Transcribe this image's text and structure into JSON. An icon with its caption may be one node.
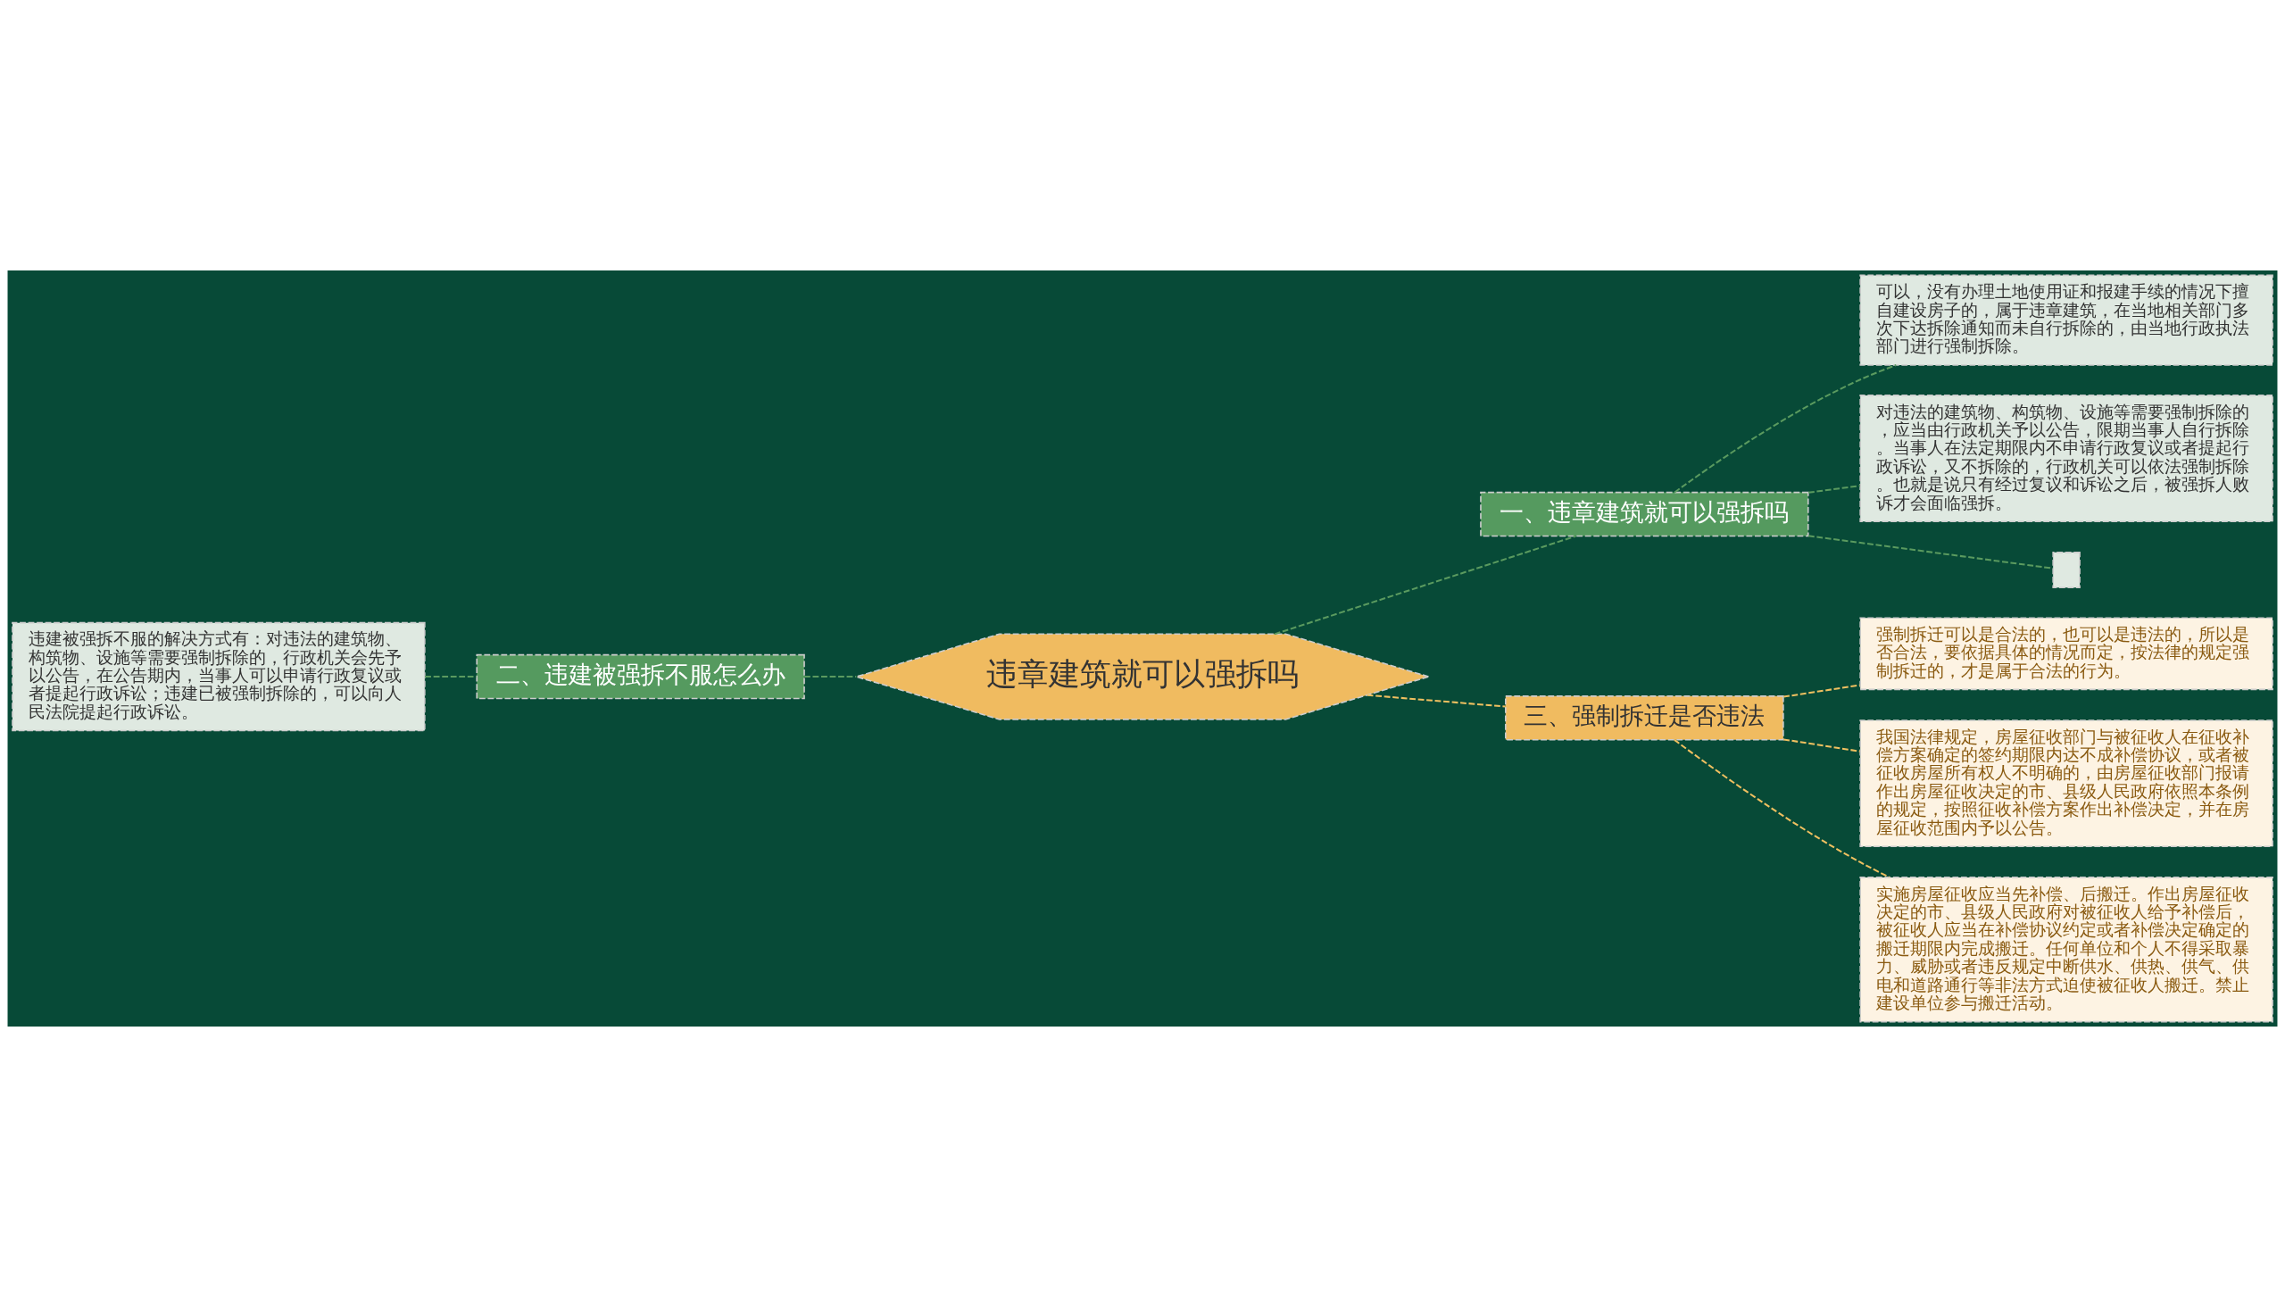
{
  "diagram": {
    "nodes": [
      {
        "text": [
          "违章建筑就可以强拆吗"
        ]
      },
      {
        "text": [
          "一、违章建筑就可以强拆吗"
        ]
      },
      {
        "text": [
          "可以，没有办理土地使用证和报建手续的情况下擅自建设房子的，属于违章建筑，在当地相关部门多次下达拆除通知而未自行拆除的，由当地行政执法部门进行强制拆除。"
        ]
      },
      {
        "text": [
          "对违法的建筑物、构筑物、设施等需要强制拆除的，应当由行政机关予以公告，限期当事人自行拆除。当事人在法定期限内不申请行政复议或者提起行政诉讼，又不拆除的，行政机关可以依法强制拆除。也就是说只有经过复议和诉讼之后，被强拆人败诉才会面临强拆。"
        ]
      },
      {
        "text": [],
        "shape": "box"
      },
      {
        "text": [
          "二、违建被强拆不服怎么办"
        ]
      },
      {
        "text": [
          "违建被强拆不服的解决方式有：对违法的建筑物、构筑物、设施等需要强制拆除的，行政机关会先予以公告，在公告期内，当事人可以申请行政复议或者提起行政诉讼；违建已被强制拆除的，可以向人民法院提起行政诉讼。"
        ]
      },
      {
        "text": [
          "三、强制拆迁是否违法"
        ]
      },
      {
        "text": [
          "强制拆迁可以是合法的，也可以是违法的，所以是否合法，要依据具体的情况而定，按法律的规定强制拆迁的，才是属于合法的行为。"
        ]
      },
      {
        "text": [
          "我国法律规定，房屋征收部门与被征收人在征收补偿方案确定的签约期限内达不成补偿协议，或者被征收房屋所有权人不明确的，由房屋征收部门报请作出房屋征收决定的市、县级人民政府依照本条例的规定，按照征收补偿方案作出补偿决定，并在房屋征收范围内予以公告。"
        ]
      },
      {
        "text": [
          "实施房屋征收应当先补偿、后搬迁。作出房屋征收决定的市、县级人民政府对被征收人给予补偿后，被征收人应当在补偿协议约定或者补偿决定确定的搬迁期限内完成搬迁。任何单位和个人不得采取暴力、威胁或者违反规定中断供水、供热、供气、供电和道路通行等非法方式迫使被征收人搬迁。禁止建设单位参与搬迁活动。"
        ]
      }
    ],
    "edges": [
      {
        "from": 0,
        "to": 1,
        "arrow": "none",
        "style": "dashed"
      },
      {
        "from": 1,
        "to": 2,
        "arrow": "none",
        "style": "dashed"
      },
      {
        "from": 1,
        "to": 3,
        "arrow": "none",
        "style": "dashed"
      },
      {
        "from": 1,
        "to": 4,
        "arrow": "none",
        "style": "dashed"
      },
      {
        "from": 0,
        "to": 5,
        "arrow": "none",
        "style": "dashed"
      },
      {
        "from": 5,
        "to": 6,
        "arrow": "none",
        "style": "dashed"
      },
      {
        "from": 0,
        "to": 7,
        "arrow": "none",
        "style": "dashed",
        "color": "#f0c060"
      },
      {
        "from": 7,
        "to": 8,
        "arrow": "none",
        "style": "dashed",
        "color": "#f0c060"
      },
      {
        "from": 7,
        "to": 9,
        "arrow": "none",
        "style": "dashed",
        "color": "#f0c060"
      },
      {
        "from": 7,
        "to": 10,
        "arrow": "none",
        "style": "dashed",
        "color": "#f0c060"
      }
    ]
  }
}
